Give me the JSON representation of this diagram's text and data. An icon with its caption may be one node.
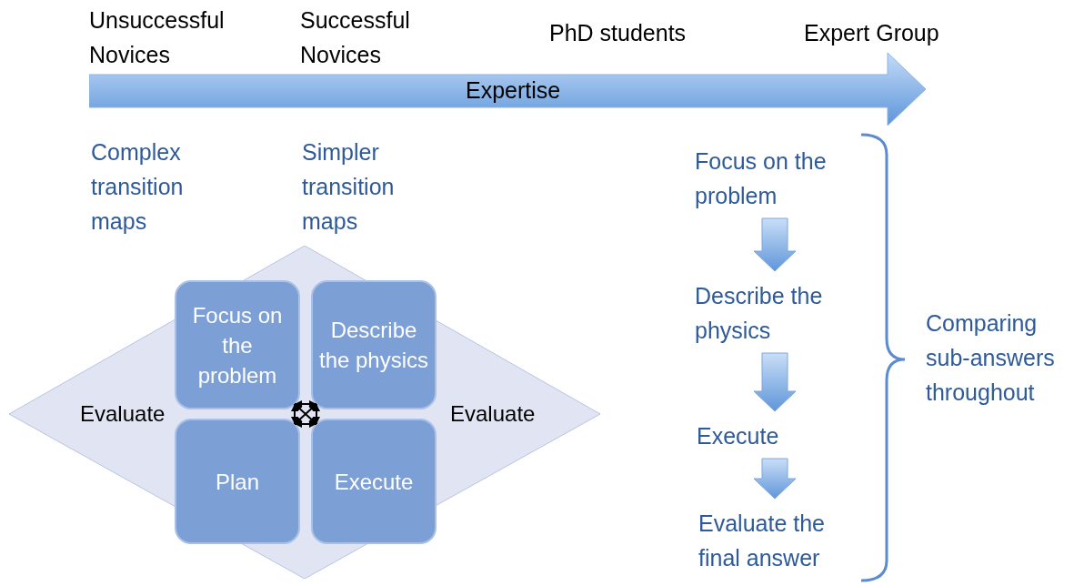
{
  "diagram": {
    "nodes": [
      {
        "text": [
          "Expertise"
        ]
      },
      {
        "text": [
          "Evaluate",
          "Evaluate"
        ]
      },
      {
        "text": [
          "Focus on the problem"
        ],
        "in": 1
      },
      {
        "text": [
          "Describe the physics"
        ],
        "in": 1
      },
      {
        "text": [
          "Plan"
        ],
        "in": 1
      },
      {
        "text": [
          "Execute"
        ],
        "in": 1
      },
      {
        "text": [
          "Focus on the problem"
        ]
      },
      {
        "text": [
          "Describe the physics"
        ]
      },
      {
        "text": [
          "Execute"
        ]
      },
      {
        "text": [
          "Evaluate the final answer"
        ]
      }
    ],
    "edges": [
      {
        "from": 2,
        "to": 3,
        "arrow": "both"
      },
      {
        "from": 2,
        "to": 4,
        "arrow": "both"
      },
      {
        "from": 3,
        "to": 5,
        "arrow": "both"
      },
      {
        "from": 4,
        "to": 5,
        "arrow": "both"
      },
      {
        "from": 2,
        "to": 5,
        "arrow": "both"
      },
      {
        "from": 3,
        "to": 4,
        "arrow": "both"
      },
      {
        "from": 6,
        "to": 7,
        "arrow": "to",
        "style": "thick"
      },
      {
        "from": 7,
        "to": 8,
        "arrow": "to",
        "style": "thick"
      },
      {
        "from": 8,
        "to": 9,
        "arrow": "to",
        "style": "thick"
      }
    ],
    "labels": [
      "Unsuccessful Novices",
      "Successful Novices",
      "PhD students",
      "Expert Group",
      "Complex transition maps",
      "Simpler transition maps",
      "Comparing sub-answers throughout"
    ]
  }
}
